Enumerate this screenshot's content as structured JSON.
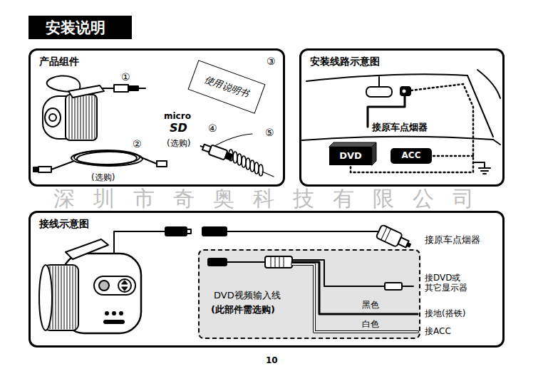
{
  "diagram": {
    "title": "安装说明",
    "nodes": [
      {
        "text": [
          "产品组件"
        ]
      },
      {
        "text": [
          "使用说明书"
        ],
        "in": 0
      },
      {
        "text": [
          "安装线路示意图"
        ]
      },
      {
        "text": [
          "DVD"
        ],
        "in": 2
      },
      {
        "text": [
          "ACC"
        ],
        "in": 2
      },
      {
        "text": [
          "接线示意图"
        ]
      },
      {
        "text": [
          "DVD视频输入线",
          "(此部件需选购)"
        ],
        "in": 5
      }
    ],
    "labels": [
      "①",
      "③",
      "micro",
      "SD",
      "④",
      "(选购)",
      "⑤",
      "②",
      "(选购)",
      "接原车点烟器",
      "深圳市奇奥科技有限公司",
      "接原车点烟器",
      "接DVD或 其它显示器",
      "黑色",
      "接地(搭铁)",
      "白色",
      "接ACC",
      "10"
    ]
  }
}
